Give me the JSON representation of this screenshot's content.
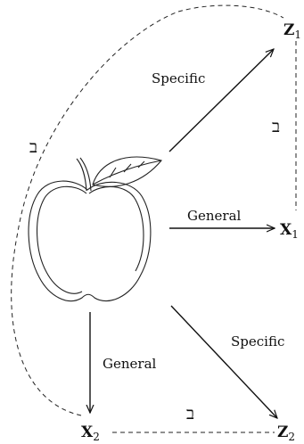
{
  "nodes": {
    "z1": {
      "letter": "Z",
      "sub": "1"
    },
    "x1": {
      "letter": "X",
      "sub": "1"
    },
    "x2": {
      "letter": "X",
      "sub": "2"
    },
    "z2": {
      "letter": "Z",
      "sub": "2"
    }
  },
  "edges": {
    "apple_z1": "Specific",
    "apple_x1": "General",
    "apple_x2": "General",
    "apple_z2": "Specific"
  },
  "relations": {
    "left": "ב",
    "right": "ב",
    "bottom": "ב"
  },
  "center_icon": "apple-icon"
}
